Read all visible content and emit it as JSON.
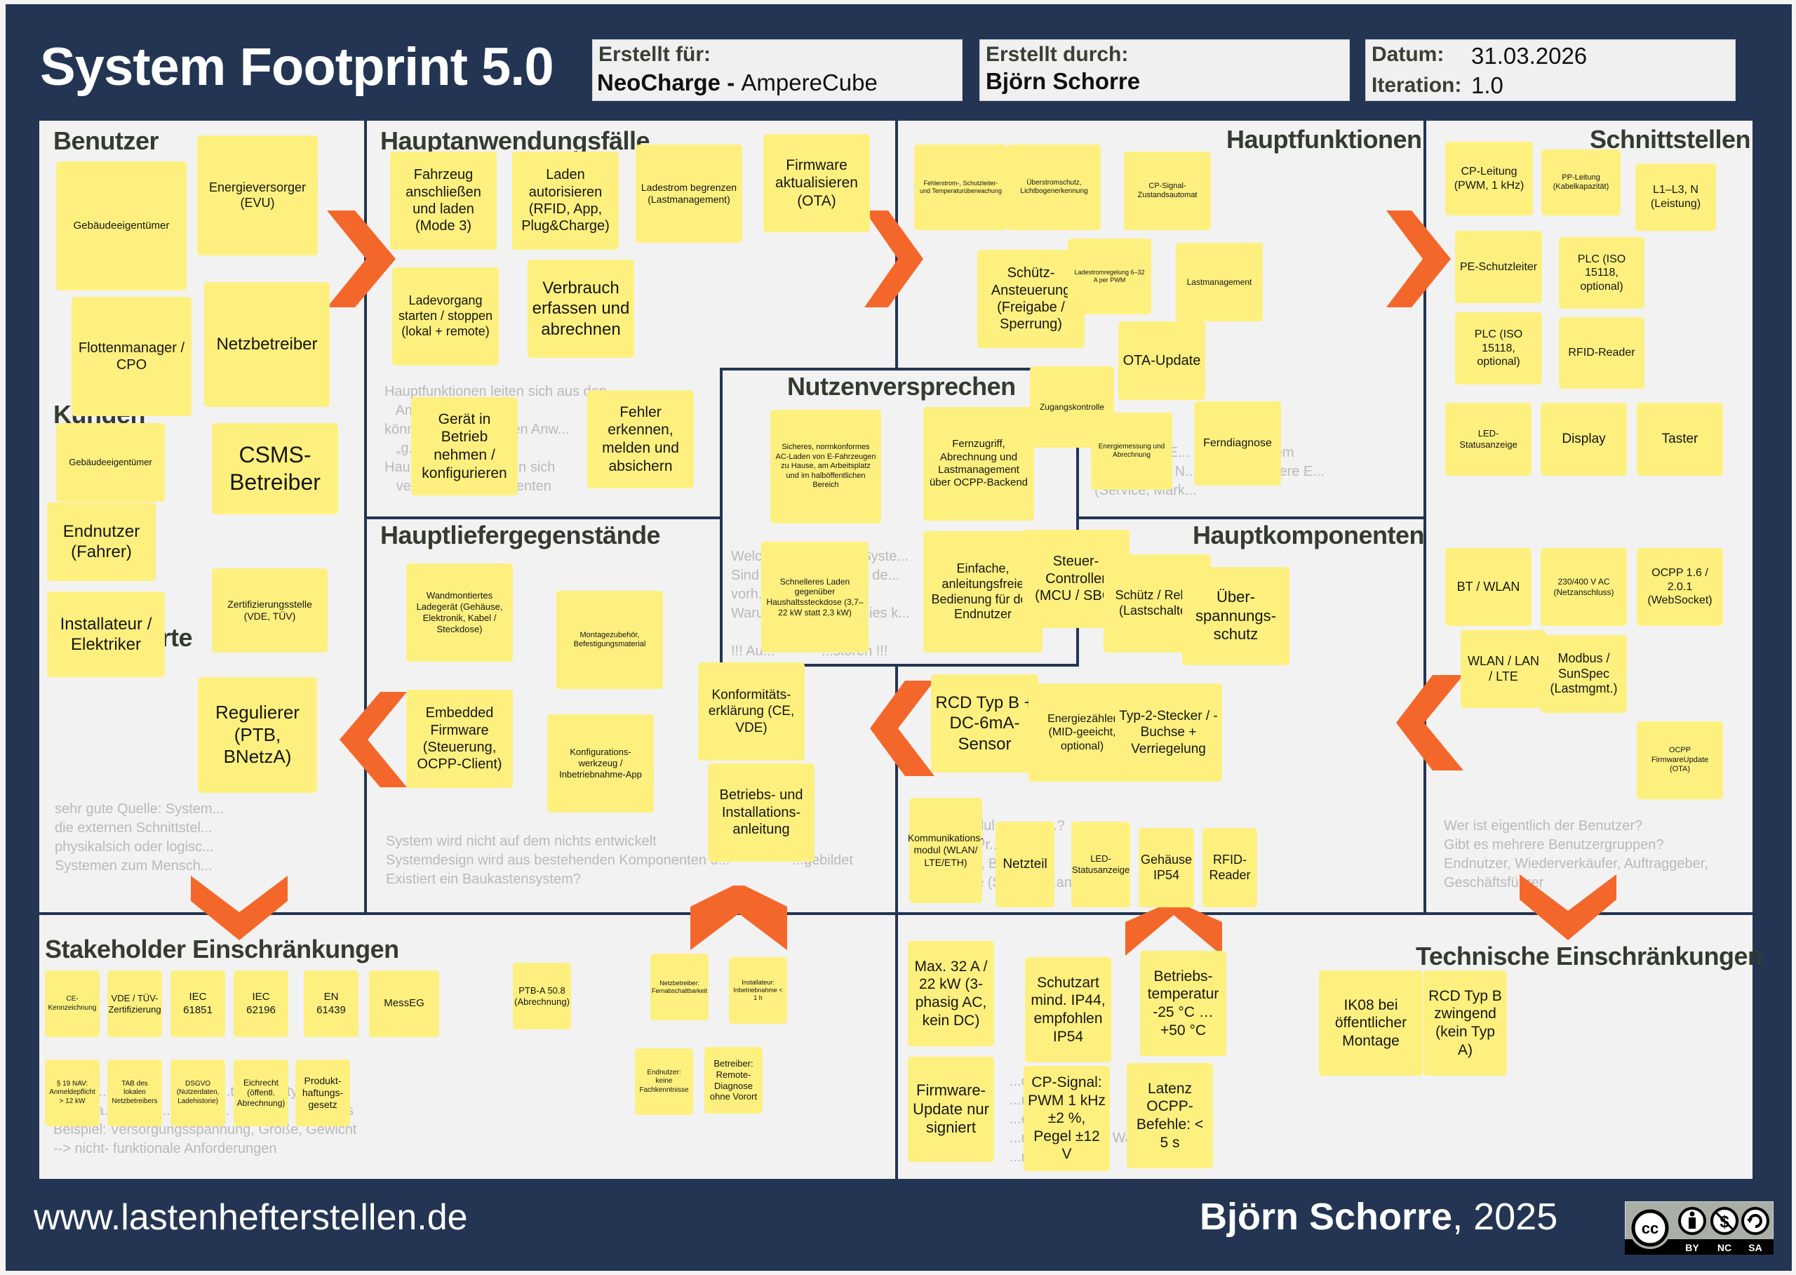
{
  "header": {
    "title": "System Footprint 5.0",
    "created_for_label": "Erstellt für:",
    "created_for_company": "NeoCharge",
    "created_for_sep": " - ",
    "created_for_product": "AmpereCube",
    "created_by_label": "Erstellt durch:",
    "created_by_value": "Björn Schorre",
    "date_label": "Datum:",
    "date_value": "31.03.2026",
    "iteration_label": "Iteration:",
    "iteration_value": "1.0"
  },
  "colors": {
    "frame": "#233553",
    "panel": "#f2f2f2",
    "sticky": "#fdf07f",
    "arrow": "#f4672a",
    "heading": "#343b2f",
    "hint": "#b9b9b9"
  },
  "sections": {
    "benutzer": {
      "title": "Benutzer",
      "overlapped_titles": [
        "Kunden",
        "Lieferanten / Partner (…erte)"
      ],
      "overlapped_title_fragments": [
        "Kunden",
        "erte"
      ],
      "hint": "sehr gute Quelle: System...\ndie externen Schnittstel...\nphysikalsich oder logisc...\nSystemen zum Mensch...",
      "notes": [
        "Gebäudeeigentümer",
        "Energieversorger (EVU)",
        "Flottenmanager / CPO",
        "Netzbetreiber",
        "Gebäudeeigentümer",
        "CSMS-Betreiber",
        "Endnutzer (Fahrer)",
        "Zertifizierungsstelle (VDE, TÜV)",
        "Installateur / Elektriker",
        "Regulierer (PTB, BNetzA)"
      ]
    },
    "hauptanwendungsfaelle": {
      "title": "Hauptanwendungsfälle",
      "hint": "Hauptfunktionen leiten sich aus den\n   An...                  ab\nkönn...           ...edenen Anw...\n   „g...\nHau...              ...rteilen sich\n   ve...            ...mponenten",
      "notes": [
        "Fahrzeug anschließen und laden (Mode 3)",
        "Laden autorisieren (RFID, App, Plug&Charge)",
        "Ladestrom begrenzen (Lastmanagement)",
        "Firmware aktualisieren (OTA)",
        "Ladevorgang starten / stoppen (lokal + remote)",
        "Verbrauch erfassen und abrechnen",
        "Gerät in Betrieb nehmen / konfigurieren",
        "Fehler erkennen, melden und absichern"
      ]
    },
    "hauptfunktionen": {
      "title": "Hauptfunktionen",
      "hint": "                   E...        das System\nWie sind die N...          für andere E...\n(Service, Mark...",
      "notes": [
        "Fehlerstrom-, Schutzleiter- und Temperaturüberwachung",
        "Überstromschutz, Lichtbogenerkennung",
        "CP-Signal-Zustandsautomat",
        "Schütz-Ansteuerung (Freigabe / Sperrung)",
        "Ladestromregelung 6–32 A per PWM",
        "Lastmanagement",
        "OTA-Update",
        "Zugangskontrolle",
        "Energiemessung und Abrechnung",
        "Ferndiagnose"
      ]
    },
    "schnittstellen": {
      "title": "Schnittstellen",
      "hint": "Wer ist eigentlich der Benutzer?\nGibt es mehrere Benutzergruppen?\nEndnutzer, Wiederverkäufer, Auftraggeber,\nGeschäftsführer",
      "notes": [
        "CP-Leitung (PWM, 1 kHz)",
        "PP-Leitung (Kabelkapazität)",
        "L1–L3, N (Leistung)",
        "PE-Schutzleiter",
        "PLC (ISO 15118, optional)",
        "PLC (ISO 15118, optional)",
        "RFID-Reader",
        "LED-Statusanzeige",
        "Display",
        "Taster",
        "BT / WLAN",
        "230/400 V AC (Netzanschluss)",
        "OCPP 1.6 / 2.0.1 (WebSocket)",
        "WLAN / LAN / LTE",
        "Modbus / SunSpec (Lastmgmt.)",
        "OCPP FirmwareUpdate (OTA)"
      ]
    },
    "nutzenversprechen": {
      "title": "Nutzenversprechen",
      "hint": "Welc...              ...las Syste...\nSind ...             ...eben de...\nvorh...\nWaru...              ...de dies k...\n\n!!! Au...            ...stören !!!",
      "notes": [
        "Sicheres, normkonformes AC-Laden von E-Fahrzeugen zu Hause, am Arbeitsplatz und im halböffentlichen Bereich",
        "Fernzugriff, Abrechnung und Lastmanagement über OCPP-Backend",
        "Schnelleres Laden gegenüber Haushaltssteckdose (3,7–22 kW statt 2,3 kW)",
        "Einfache, anleitungsfreie Bedienung für den Endnutzer"
      ]
    },
    "hauptliefergegenstaende": {
      "title": "Hauptliefergegenstände",
      "hint": "System wird nicht auf dem nichts entwickelt\nSystemdesign wird aus bestehenden Komponenten o...                ...gebildet\nExistiert ein Baukastensystem?",
      "notes": [
        "Wandmontiertes Ladegerät (Gehäuse, Elektronik, Kabel / Steckdose)",
        "Montagezubehör, Befestigungsmaterial",
        "Embedded Firmware (Steuerung, OCPP-Client)",
        "Konfigurations-werkzeug / Inbetriebnahme-App",
        "Konformitäts-erklärung (CE, VDE)",
        "Betriebs- und Installations-anleitung"
      ]
    },
    "hauptkomponenten": {
      "title": "Hauptkomponenten",
      "hint": "        ...dul...          ...?\n        ...Pr...\n        ...-, B...\n        ...e (S...        ...ant?",
      "notes": [
        "Steuer-Controller (MCU / SBC)",
        "Schütz / Relais (Lastschalter)",
        "Über-spannungs-schutz",
        "RCD Typ B + DC-6mA-Sensor",
        "Energiezähler (MID-geeicht, optional)",
        "Typ-2-Stecker / -Buchse + Verriegelung",
        "Kommunikations-modul (WLAN/ LTE/ETH)",
        "Netzteil",
        "LED-Statusanzeige",
        "Gehäuse IP54",
        "RFID-Reader"
      ]
    },
    "stakeholder_einschraenkungen": {
      "title": "Stakeholder Einschränkungen",
      "hint": "      ...0\n      Re...      va...    Ma...    ...ty...      ...ty, Safety)\n      ...ha...     ...te...     ...Vo...     ...es...     ...ebers\nBeispiel: Versorgungsspannung, Größe, Gewicht\n--> nicht- funktionale Anforderungen",
      "notes": [
        "CE-Kennzeichnung",
        "VDE / TÜV-Zertifizierung",
        "IEC 61851",
        "IEC 62196",
        "EN 61439",
        "MessEG",
        "PTB-A 50.8 (Abrechnung)",
        "§ 19 NAV: Anmeldepflicht > 12 kW",
        "TAB des lokalen Netzbetreibers",
        "DSGVO (Nutzerdaten, Ladehistorie)",
        "Eichrecht (öffentl. Abrechnung)",
        "Produkt-haftungs-gesetz",
        "Netzbetreiber: Fernabschaltbarkeit",
        "Installateur: Inbetriebnahme < 1 h",
        "Endnutzer: keine Fachkenntnisse",
        "Betreiber: Remote-Diagnose ohne Vorort"
      ]
    },
    "technische_einschraenkungen": {
      "title": "Technische Einschränkungen",
      "hint": "       ...orgabe...\n       ...n\n       ...e, Vors...\n       ...us Pro...          Wa...\n       ...nale A...",
      "notes": [
        "Max. 32 A / 22 kW (3-phasig AC, kein DC)",
        "Schutzart mind. IP44, empfohlen IP54",
        "Betriebs-temperatur -25 °C … +50 °C",
        "IK08 bei öffentlicher Montage",
        "RCD Typ B zwingend (kein Typ A)",
        "Firmware-Update nur signiert",
        "CP-Signal: PWM 1 kHz ±2 %, Pegel ±12 V",
        "Latenz OCPP-Befehle: < 5 s"
      ]
    }
  },
  "footer": {
    "url": "www.lastenhefterstellen.de",
    "author": "Björn Schorre",
    "year_sep": ", ",
    "year": "2025",
    "license_icons": [
      "cc-icon",
      "by-icon",
      "nc-icon",
      "sa-icon"
    ],
    "license_labels": [
      "BY",
      "NC",
      "SA"
    ]
  }
}
